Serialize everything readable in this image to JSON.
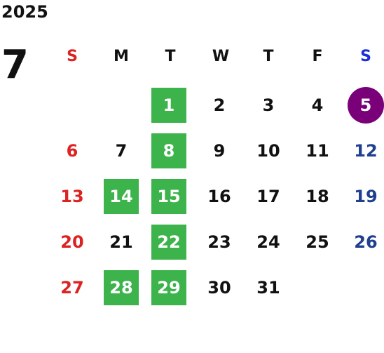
{
  "calendar": {
    "year": "2025",
    "month": "7",
    "weekdays": [
      "S",
      "M",
      "T",
      "W",
      "T",
      "F",
      "S"
    ],
    "weekday_colors": [
      "#dd2222",
      "#111111",
      "#111111",
      "#111111",
      "#111111",
      "#111111",
      "#1a2fd6"
    ],
    "first_weekday_index": 2,
    "days_in_month": 31,
    "highlighted_days": [
      1,
      8,
      14,
      15,
      22,
      28,
      29
    ],
    "circled_days": [
      5
    ],
    "colors": {
      "sunday": "#dd2222",
      "saturday": "#1f3f8f",
      "highlight_bg": "#3cb34b",
      "circle_bg": "#7a007a",
      "text": "#111111"
    }
  }
}
